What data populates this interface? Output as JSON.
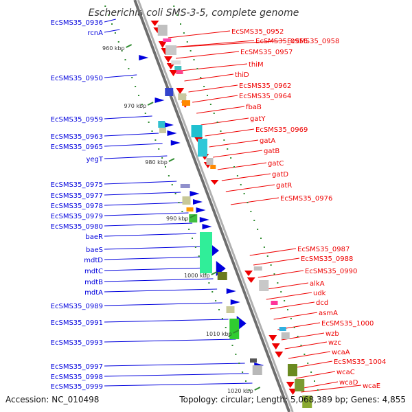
{
  "title": "Escherichia coli SMS-3-5, complete genome",
  "footer": {
    "accession": "Accession: NC_010498",
    "info": "Topology: circular; Length: 5,068,389 bp; Genes: 4,855"
  },
  "colors": {
    "forward": "#0000dd",
    "reverse": "#ee0000",
    "backbone": "#8c8c8c",
    "ticks": "#2e8b2e"
  },
  "kbp_labels": [
    "960 kbp",
    "970 kbp",
    "980 kbp",
    "990 kbp",
    "1000 kbp",
    "1010 kbp",
    "1020 kbp"
  ],
  "left_labels": [
    "EcSMS35_0936",
    "rcnA",
    "EcSMS35_0950",
    "EcSMS35_0959",
    "EcSMS35_0963",
    "EcSMS35_0965",
    "yegT",
    "EcSMS35_0975",
    "EcSMS35_0977",
    "EcSMS35_0978",
    "EcSMS35_0979",
    "EcSMS35_0980",
    "baeR",
    "baeS",
    "mdtD",
    "mdtC",
    "mdtB",
    "mdtA",
    "EcSMS35_0989",
    "EcSMS35_0991",
    "EcSMS35_0993",
    "EcSMS35_0997",
    "EcSMS35_0998",
    "EcSMS35_0999"
  ],
  "right_labels": [
    "EcSMS35_0952",
    "EcSMS35_0955",
    "EcSMS35_0958",
    "EcSMS35_0957",
    "thiM",
    "thiD",
    "EcSMS35_0962",
    "EcSMS35_0964",
    "fbaB",
    "gatY",
    "EcSMS35_0969",
    "gatA",
    "gatB",
    "gatC",
    "gatD",
    "gatR",
    "EcSMS35_0976",
    "EcSMS35_0987",
    "EcSMS35_0988",
    "EcSMS35_0990",
    "alkA",
    "udk",
    "dcd",
    "asmA",
    "EcSMS35_1000",
    "wzb",
    "wzc",
    "wcaA",
    "EcSMS35_1004",
    "wcaC",
    "wcaD",
    "wcaE"
  ]
}
